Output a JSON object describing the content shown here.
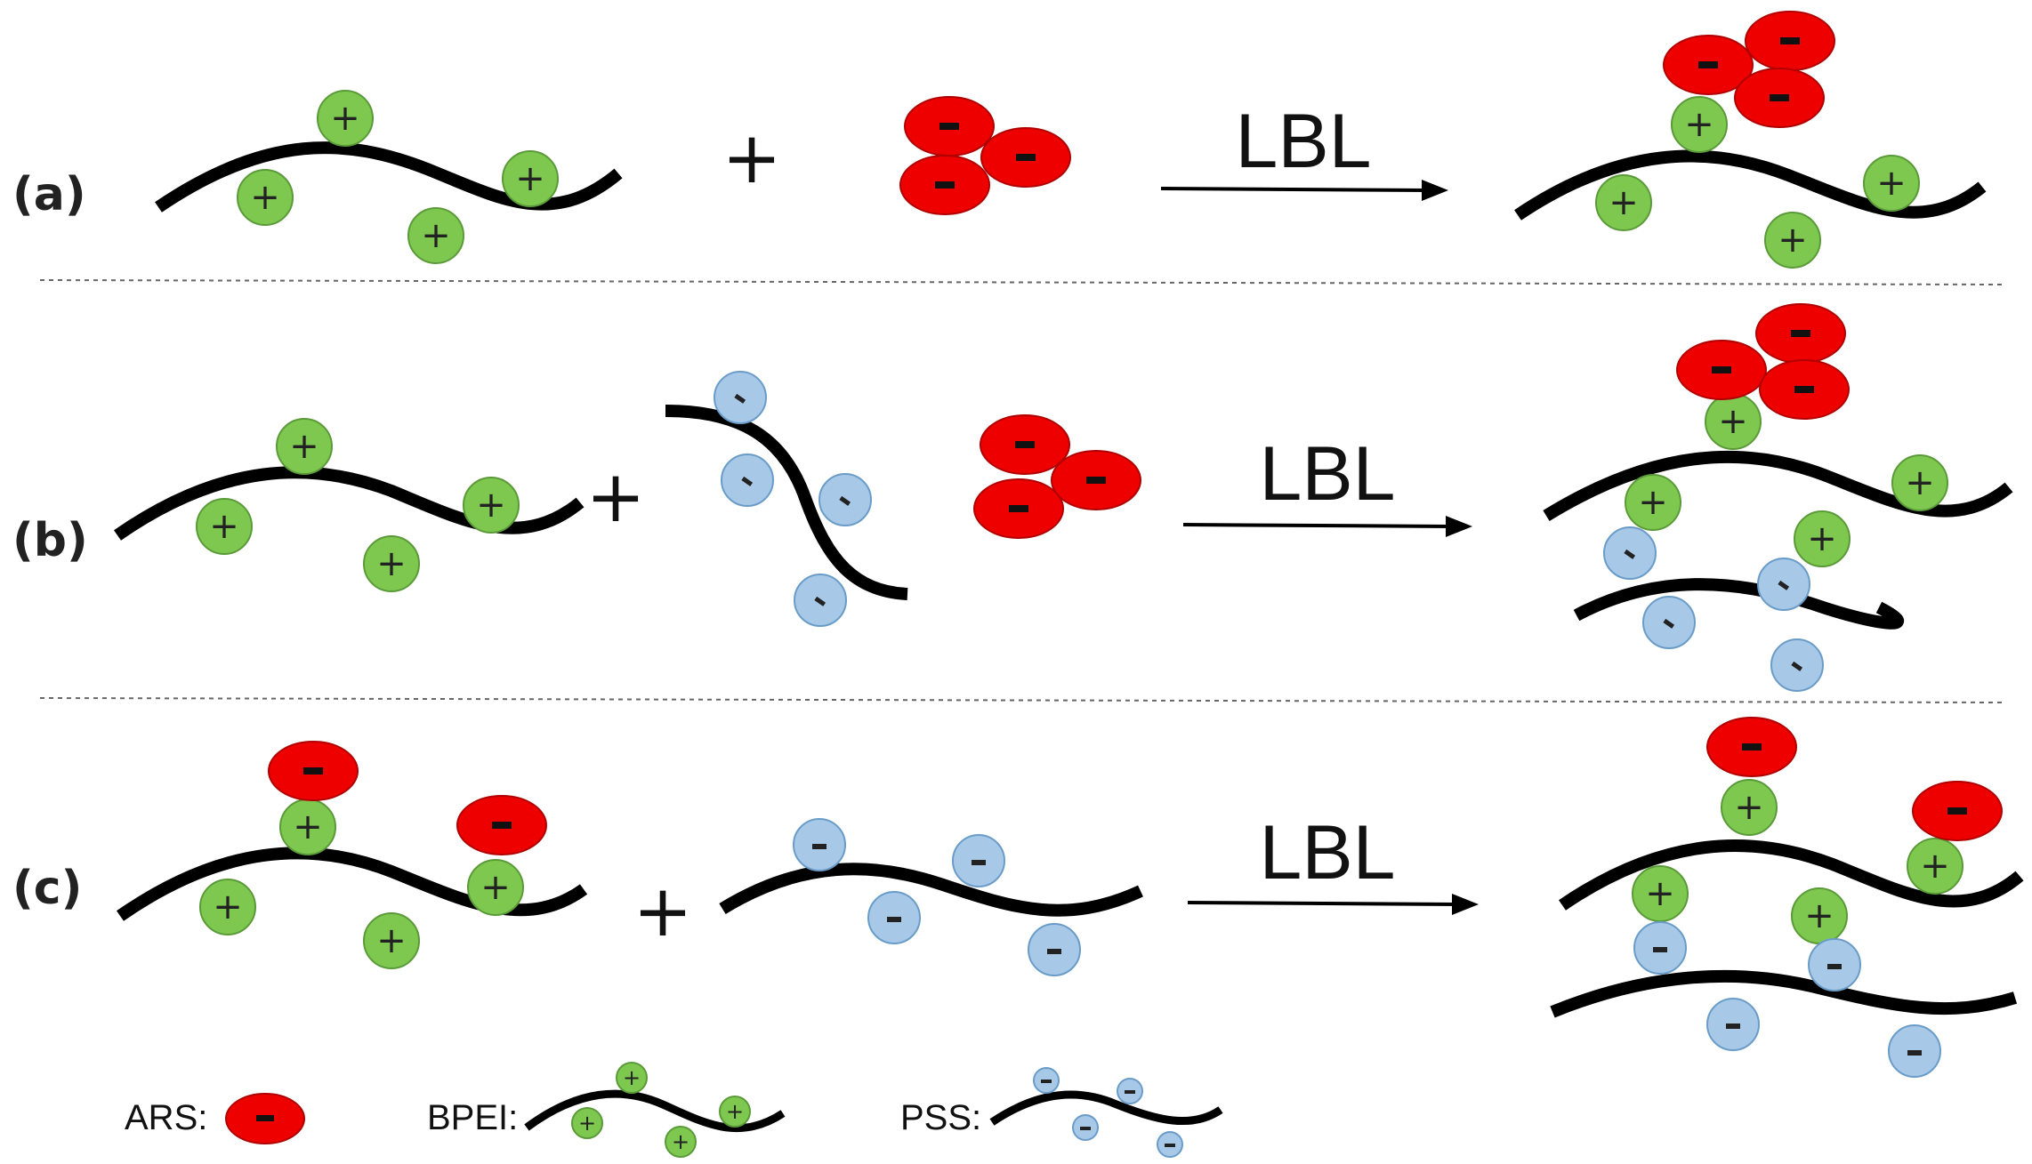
{
  "panels": [
    {
      "label": "(a)",
      "reaction_label": "LBL",
      "plus": "+"
    },
    {
      "label": "(b)",
      "reaction_label": "LBL",
      "plus": "+"
    },
    {
      "label": "(c)",
      "reaction_label": "LBL",
      "plus": "+"
    }
  ],
  "legend": {
    "ars_label": "ARS:",
    "bpei_label": "BPEI:",
    "pss_label": "PSS:"
  },
  "colors": {
    "ars": "#ee0000",
    "bpei": "#7ec850",
    "pss": "#a8c8e8",
    "chain": "#000000"
  }
}
